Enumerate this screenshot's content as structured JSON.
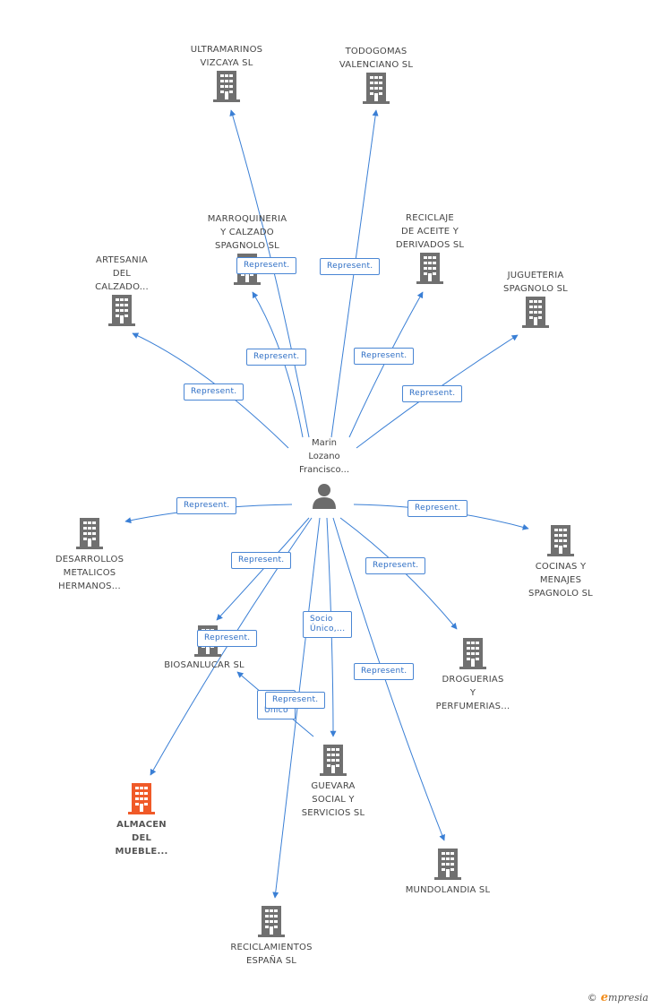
{
  "person": {
    "name": "Marin\nLozano\nFrancisco..."
  },
  "companies": {
    "ultramarinos": "ULTRAMARINOS\nVIZCAYA SL",
    "todogomas": "TODOGOMAS\nVALENCIANO SL",
    "marroquineria": "MARROQUINERIA\nY CALZADO\nSPAGNOLO SL",
    "reciclaje": "RECICLAJE\nDE ACEITE Y\nDERIVADOS SL",
    "artesania": "ARTESANIA\nDEL\nCALZADO...",
    "jugueteria": "JUGUETERIA\nSPAGNOLO SL",
    "desarrollos": "DESARROLLOS\nMETALICOS\nHERMANOS...",
    "cocinas": "COCINAS Y\nMENAJES\nSPAGNOLO SL",
    "biosanlucar": "BIOSANLUCAR SL",
    "droguerias": "DROGUERIAS\nY\nPERFUMERIAS...",
    "almacen": "ALMACEN\nDEL\nMUEBLE...",
    "guevara": "GUEVARA\nSOCIAL Y\nSERVICIOS SL",
    "mundolandia": "MUNDOLANDIA SL",
    "reciclamientos": "RECICLAMIENTOS\nESPAÑA SL"
  },
  "edges": {
    "represent": "Represent.",
    "socio_unico": "Socio\nÚnico,...",
    "unico": "Único"
  },
  "colors": {
    "edge": "#3a7fd5",
    "building": "#707070",
    "building_focus": "#f05a28",
    "person": "#6b6b6b"
  },
  "watermark": {
    "symbol": "©",
    "brand_initial": "e",
    "brand_rest": "mpresia"
  }
}
